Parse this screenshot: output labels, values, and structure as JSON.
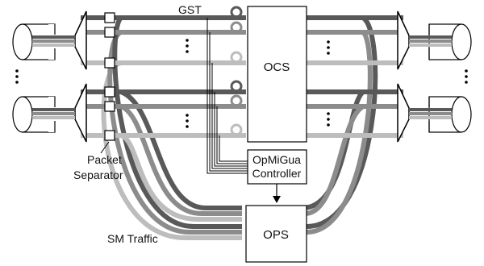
{
  "labels": {
    "gst": "GST",
    "ocs": "OCS",
    "controller_line1": "OpMiGua",
    "controller_line2": "Controller",
    "ops": "OPS",
    "packet_separator_line1": "Packet",
    "packet_separator_line2": "Separator",
    "sm_traffic": "SM Traffic"
  },
  "colors": {
    "dark": "#595959",
    "mid": "#8c8c8c",
    "light": "#bdbdbd",
    "outline": "#000000"
  }
}
